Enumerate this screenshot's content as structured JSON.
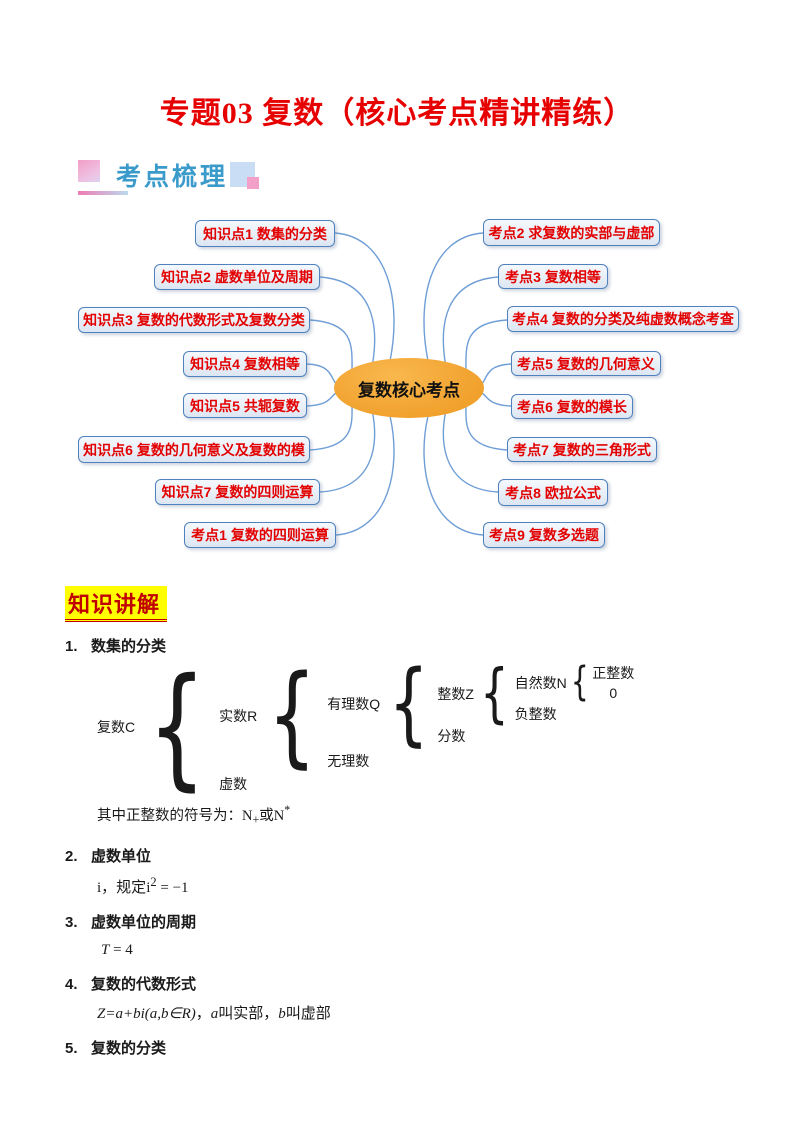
{
  "page": {
    "title": "专题03 复数（核心考点精讲精练）"
  },
  "sections": {
    "kaodian_shuli": "考点梳理",
    "zhishi_jiangjie": "知识讲解"
  },
  "mindmap": {
    "center": "复数核心考点",
    "left": [
      {
        "label": "知识点1 数集的分类"
      },
      {
        "label": "知识点2 虚数单位及周期"
      },
      {
        "label": "知识点3 复数的代数形式及复数分类"
      },
      {
        "label": "知识点4 复数相等"
      },
      {
        "label": "知识点5 共轭复数"
      },
      {
        "label": "知识点6 复数的几何意义及复数的模"
      },
      {
        "label": "知识点7 复数的四则运算"
      },
      {
        "label": "考点1 复数的四则运算"
      }
    ],
    "right": [
      {
        "label": "考点2 求复数的实部与虚部"
      },
      {
        "label": "考点3 复数相等"
      },
      {
        "label": "考点4 复数的分类及纯虚数概念考查"
      },
      {
        "label": "考点5 复数的几何意义"
      },
      {
        "label": "考点6 复数的模长"
      },
      {
        "label": "考点7 复数的三角形式"
      },
      {
        "label": "考点8 欧拉公式"
      },
      {
        "label": "考点9 复数多选题"
      }
    ]
  },
  "knowledge": {
    "item1": {
      "num": "1.",
      "title": "数集的分类"
    },
    "tree": {
      "complex": "复数C",
      "real": "实数R",
      "imaginary": "虚数",
      "rational": "有理数Q",
      "irrational": "无理数",
      "integer": "整数Z",
      "fraction": "分数",
      "natural": "自然数N",
      "negative_integers": "负整数",
      "positive_integers": "正整数",
      "zero": "0"
    },
    "note": {
      "lead": "其中正整数的符号为：",
      "n1": "N",
      "sub": "+",
      "or": "或",
      "n2": "N",
      "sup": "*"
    },
    "item2": {
      "num": "2.",
      "title": "虚数单位",
      "f_i": "i",
      "f_mid": "，规定",
      "f_base": "i",
      "f_exp": "2",
      "f_eq": " = −1"
    },
    "item3": {
      "num": "3.",
      "title": "虚数单位的周期",
      "f_T": "T",
      "f_eq": " = 4"
    },
    "item4": {
      "num": "4.",
      "title": "复数的代数形式",
      "formula": "Z=a+bi(a,b∈R)",
      "sep": "，",
      "a": "a",
      "t1": "叫实部，",
      "b": "b",
      "t2": "叫虚部"
    },
    "item5": {
      "num": "5.",
      "title": "复数的分类"
    }
  },
  "colors": {
    "accent_red": "#e60000",
    "node_border_blue": "#4f81bd",
    "node_fill": "#dce6f2",
    "center_orange": "#f2a432",
    "header_teal": "#3a9bcb",
    "highlight_yellow": "#ffff00"
  }
}
